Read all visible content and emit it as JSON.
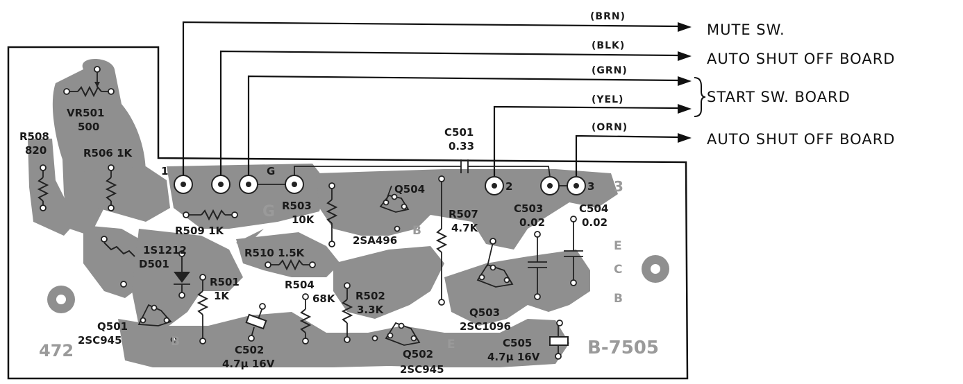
{
  "wires": [
    {
      "color": "(BRN)",
      "destination": "MUTE SW."
    },
    {
      "color": "(BLK)",
      "destination": "AUTO SHUT OFF BOARD"
    },
    {
      "color": "(GRN)",
      "destination": ""
    },
    {
      "color": "(YEL)",
      "destination": ""
    },
    {
      "color": "(ORN)",
      "destination": "AUTO SHUT OFF BOARD"
    }
  ],
  "group_label": "START SW. BOARD",
  "components": {
    "vr501": "VR501",
    "vr501_val": "500",
    "r508": "R508",
    "r508_val": "820",
    "r506": "R506 1K",
    "r509": "R509  1K",
    "r503": "R503",
    "r503_val": "10K",
    "r510": "R510 1.5K",
    "r501": "R501",
    "r501_val": "1K",
    "r504": "R504",
    "r504_val": "68K",
    "r502": "R502",
    "r502_val": "3.3K",
    "r507": "R507",
    "r507_val": "4.7K",
    "c501": "C501",
    "c501_val": "0.33",
    "c502": "C502",
    "c502_val": "4.7μ 16V",
    "c503": "C503",
    "c503_val": "0.02",
    "c504": "C504",
    "c504_val": "0.02",
    "c505": "C505",
    "c505_val": "4.7μ 16V",
    "d501": "D501",
    "d501_type": "1S1212",
    "q501": "Q501",
    "q501_type": "2SC945",
    "q502": "Q502",
    "q502_type": "2SC945",
    "q503": "Q503",
    "q503_type": "2SC1096",
    "q504": "Q504",
    "q504_type": "2SA496"
  },
  "pins": {
    "p1": "1",
    "g": "G",
    "p2": "2",
    "p3": "3"
  },
  "silkscreen": {
    "board_id": "B-7505",
    "code": "472",
    "g_big": "G",
    "three": "3",
    "e": "E",
    "c": "C",
    "b": "B",
    "b_q501": "B",
    "b_q504": "B",
    "e_q502": "E"
  }
}
